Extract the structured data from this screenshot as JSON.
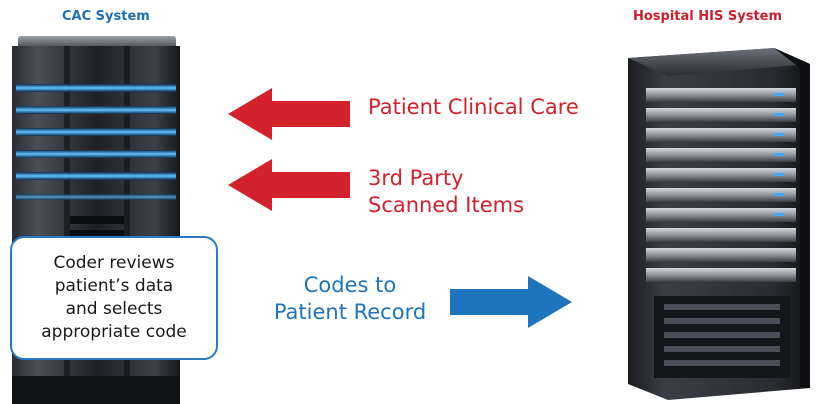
{
  "left_system": {
    "title": "CAC System",
    "callout_lines": [
      "Coder reviews",
      "patient’s data",
      "and selects",
      "appropriate code"
    ]
  },
  "right_system": {
    "title": "Hospital HIS System"
  },
  "flows": [
    {
      "lines": [
        "Patient Clinical Care"
      ],
      "direction": "right-to-left",
      "color": "#d3222b"
    },
    {
      "lines": [
        "3rd Party",
        "Scanned Items"
      ],
      "direction": "right-to-left",
      "color": "#d3222b"
    },
    {
      "lines": [
        "Codes to",
        "Patient Record"
      ],
      "direction": "left-to-right",
      "color": "#1f75bd"
    }
  ],
  "colors": {
    "cac_title": "#1f6fb5",
    "his_title": "#cc1f2c",
    "glow": "#3fa9ff",
    "callout_border": "#2b79c2"
  },
  "icons": {
    "cac_server": "server-tower-icon",
    "his_server": "server-rack-icon",
    "arrows": "block-arrow-icon"
  }
}
